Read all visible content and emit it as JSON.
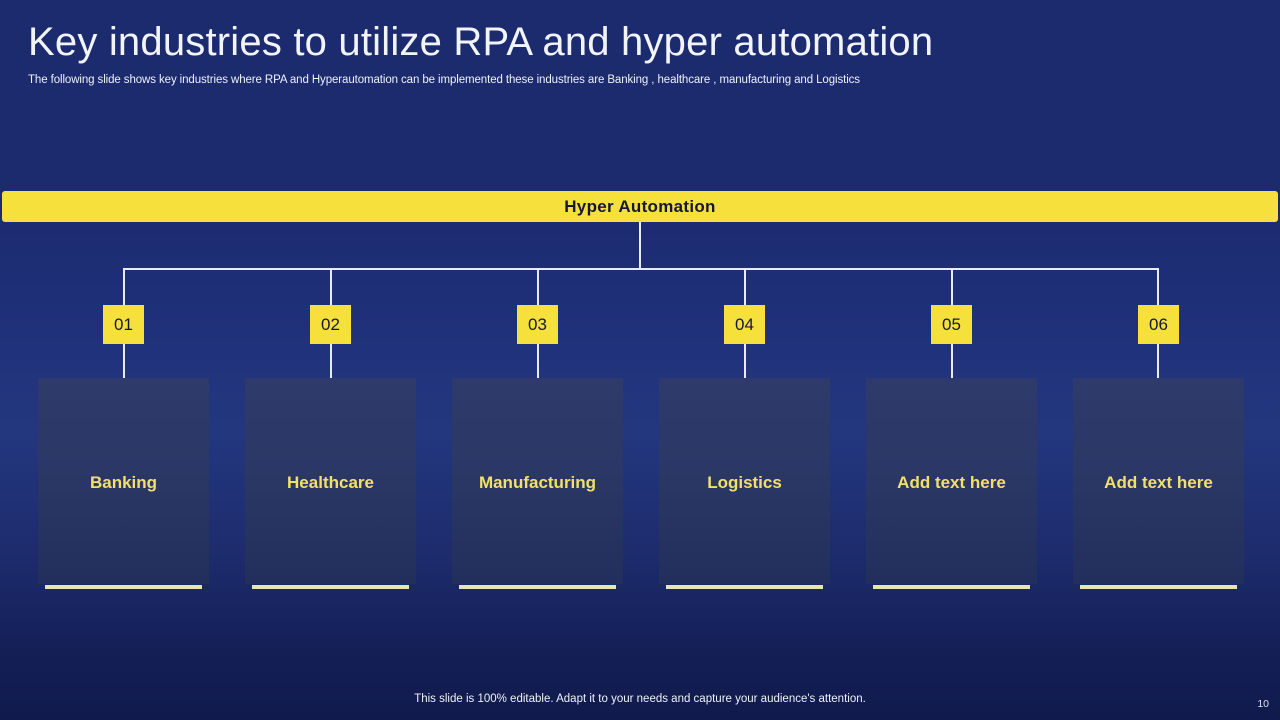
{
  "slide": {
    "title": "Key industries to utilize RPA and hyper automation",
    "subtitle": "The following slide shows key industries where RPA and Hyperautomation can be implemented  these industries are Banking , healthcare , manufacturing and Logistics",
    "footer_note": "This slide is 100% editable. Adapt it to your needs and capture your audience's attention.",
    "page_number": "10"
  },
  "banner": {
    "label": "Hyper Automation"
  },
  "colors": {
    "background_navy": "#1c2a6e",
    "background_deep": "#101a4c",
    "accent_yellow": "#f5e03c",
    "card_fill": "#2e3a6b",
    "card_label_yellow": "#f2e06a",
    "card_accent_bar": "#e8e5b2",
    "connector_line": "#e9ecf6",
    "title_text": "#f2f4fb"
  },
  "items": [
    {
      "number": "01",
      "label": "Banking"
    },
    {
      "number": "02",
      "label": "Healthcare"
    },
    {
      "number": "03",
      "label": "Manufacturing"
    },
    {
      "number": "04",
      "label": "Logistics"
    },
    {
      "number": "05",
      "label": "Add text here"
    },
    {
      "number": "06",
      "label": "Add text here"
    }
  ]
}
